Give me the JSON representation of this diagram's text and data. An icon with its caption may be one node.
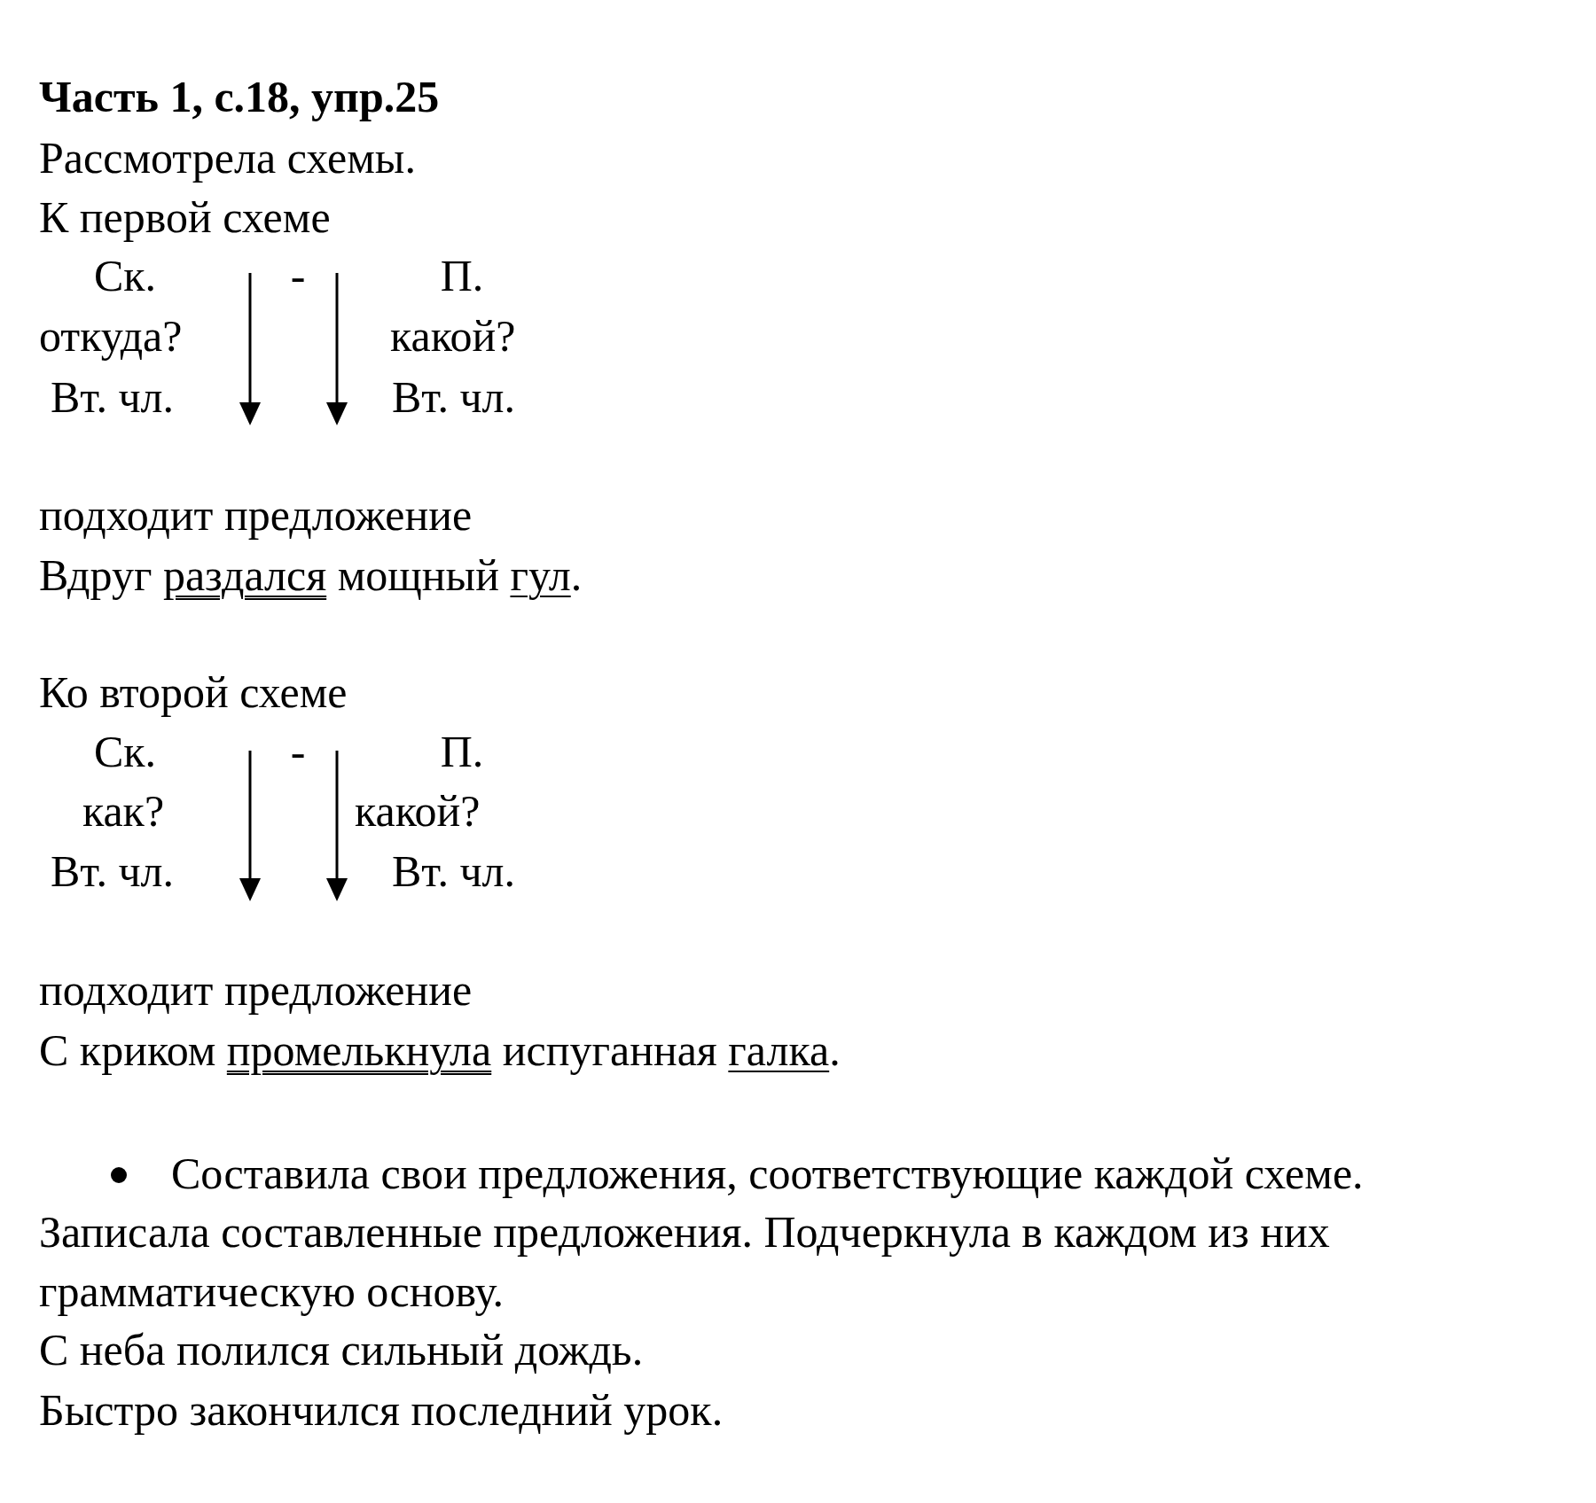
{
  "diagram": {
    "title": "Часть 1, с.18, упр.25",
    "labels": [
      "Рассмотрела схемы.",
      "К первой схеме",
      "Ск.",
      "-",
      "П.",
      "откуда?",
      "какой?",
      "Вт. чл.",
      "Вт. чл.",
      "подходит предложение",
      "Вдруг раздался мощный гул.",
      "Ко второй схеме",
      "Ск.",
      "-",
      "П.",
      "как?",
      "какой?",
      "Вт. чл.",
      "Вт. чл.",
      "подходит предложение",
      "С криком промелькнула испуганная галка.",
      "Составила свои предложения, соответствующие каждой схеме.",
      "Записала составленные предложения. Подчеркнула в каждом из них грамматическую основу.",
      "С неба полился сильный дождь.",
      "Быстро закончился последний урок."
    ]
  }
}
